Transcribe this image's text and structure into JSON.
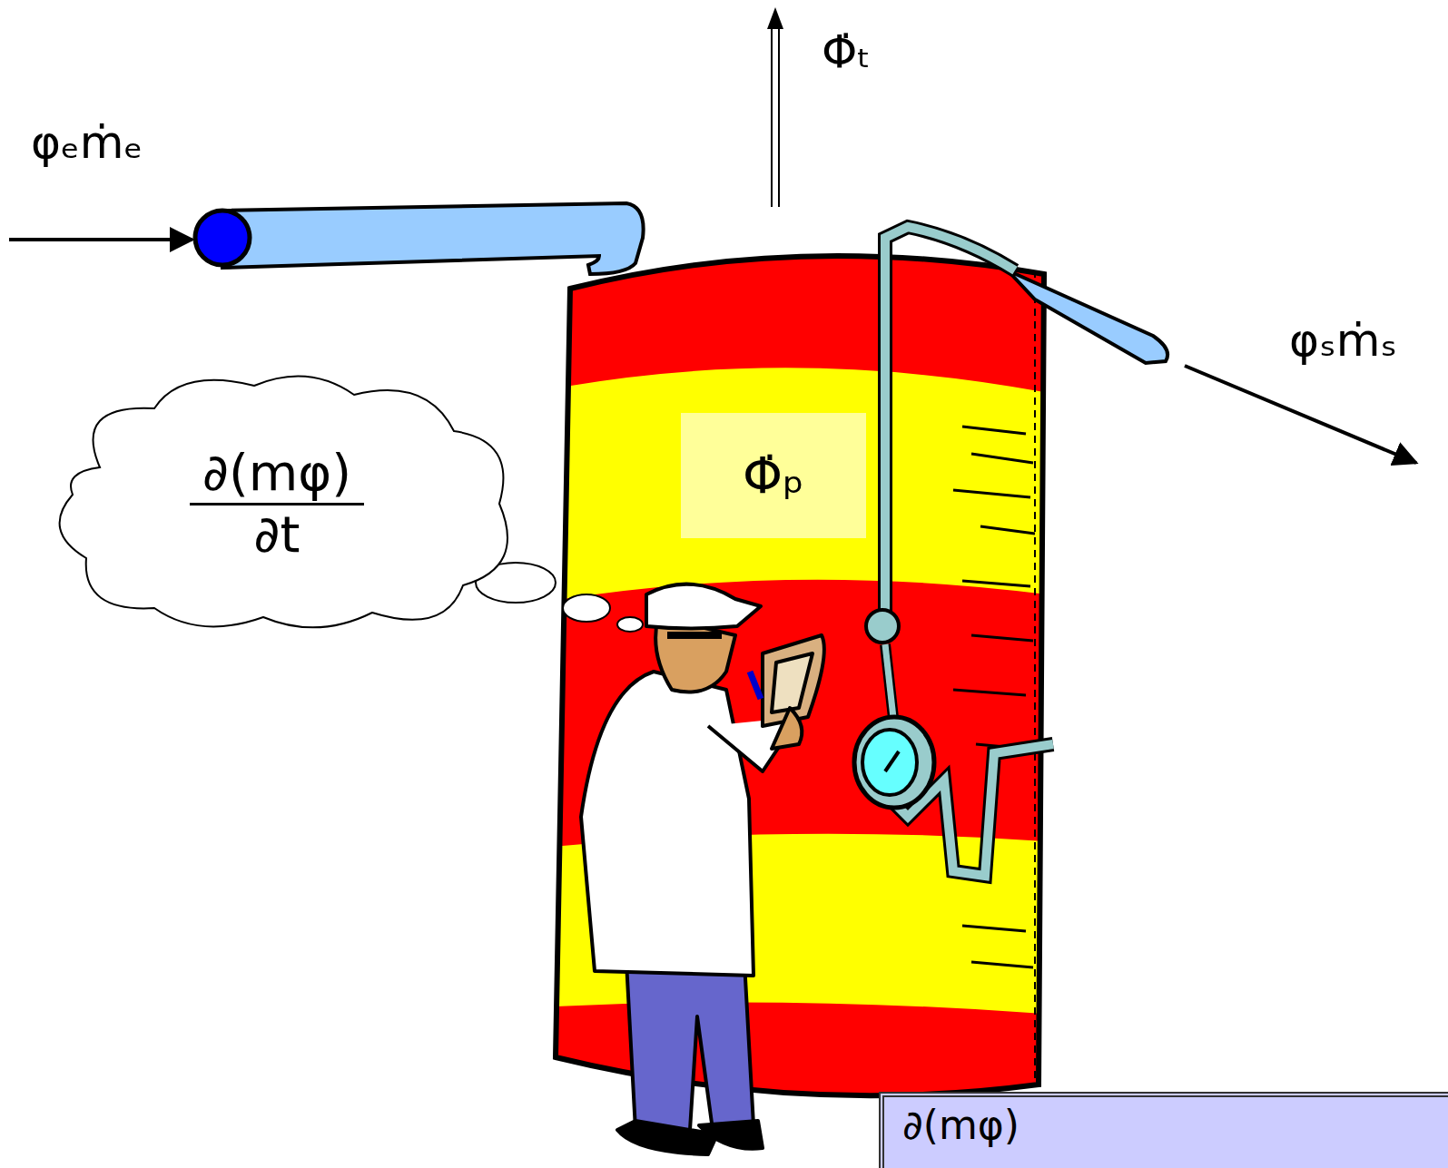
{
  "diagram": {
    "nodes": [
      {
        "text": [
          "∂(mφ)",
          "∂t"
        ]
      },
      {
        "text": [
          "Φ̇ₚ"
        ]
      },
      {
        "text": [
          "∂(mφ)"
        ]
      }
    ],
    "labels": [
      "φₑṁₑ",
      "Φ̇ₜ",
      "φₛṁₛ"
    ]
  }
}
